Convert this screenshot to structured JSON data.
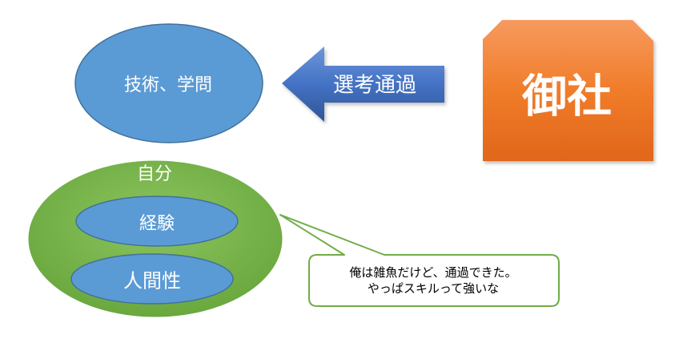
{
  "skills_label": "技術、学問",
  "arrow_label": "選考通過",
  "company_label": "御社",
  "self_label": "自分",
  "experience_label": "経験",
  "humanity_label": "人間性",
  "callout": {
    "line1": "俺は雑魚だけど、通過できた。",
    "line2": "やっぱスキルって強いな"
  },
  "colors": {
    "blue": "#5b9bd5",
    "blue_border": "#41719c",
    "arrow_blue": "#4472c4",
    "orange": "#f07c2a",
    "green": "#70ad47",
    "callout_border": "#70ad47"
  }
}
